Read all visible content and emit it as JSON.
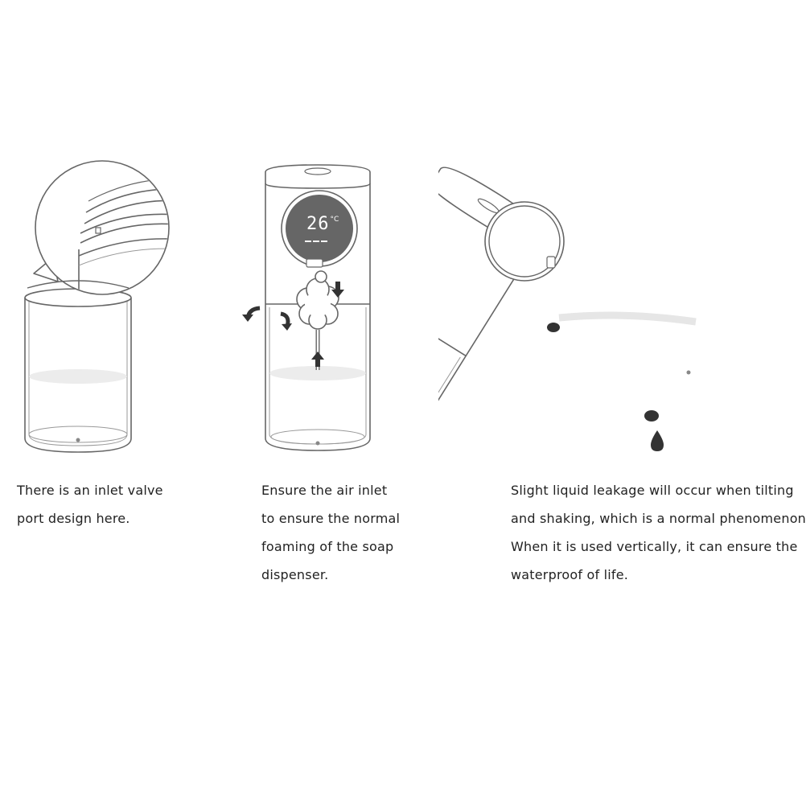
{
  "panels": [
    {
      "lines": [
        "There is an inlet valve",
        "port design here."
      ]
    },
    {
      "display": {
        "temperature": "26",
        "unit": "°C"
      },
      "lines": [
        "Ensure the air inlet",
        "to ensure the normal",
        "foaming of the soap",
        "dispenser."
      ]
    },
    {
      "lines": [
        "Slight liquid leakage will occur when tilting",
        "and shaking, which is a normal phenomenon.",
        "When it is used vertically, it can ensure the",
        "waterproof of life."
      ]
    }
  ],
  "colors": {
    "line": "#555555",
    "liquid_surface": "#ededed",
    "ink": "#333333"
  }
}
